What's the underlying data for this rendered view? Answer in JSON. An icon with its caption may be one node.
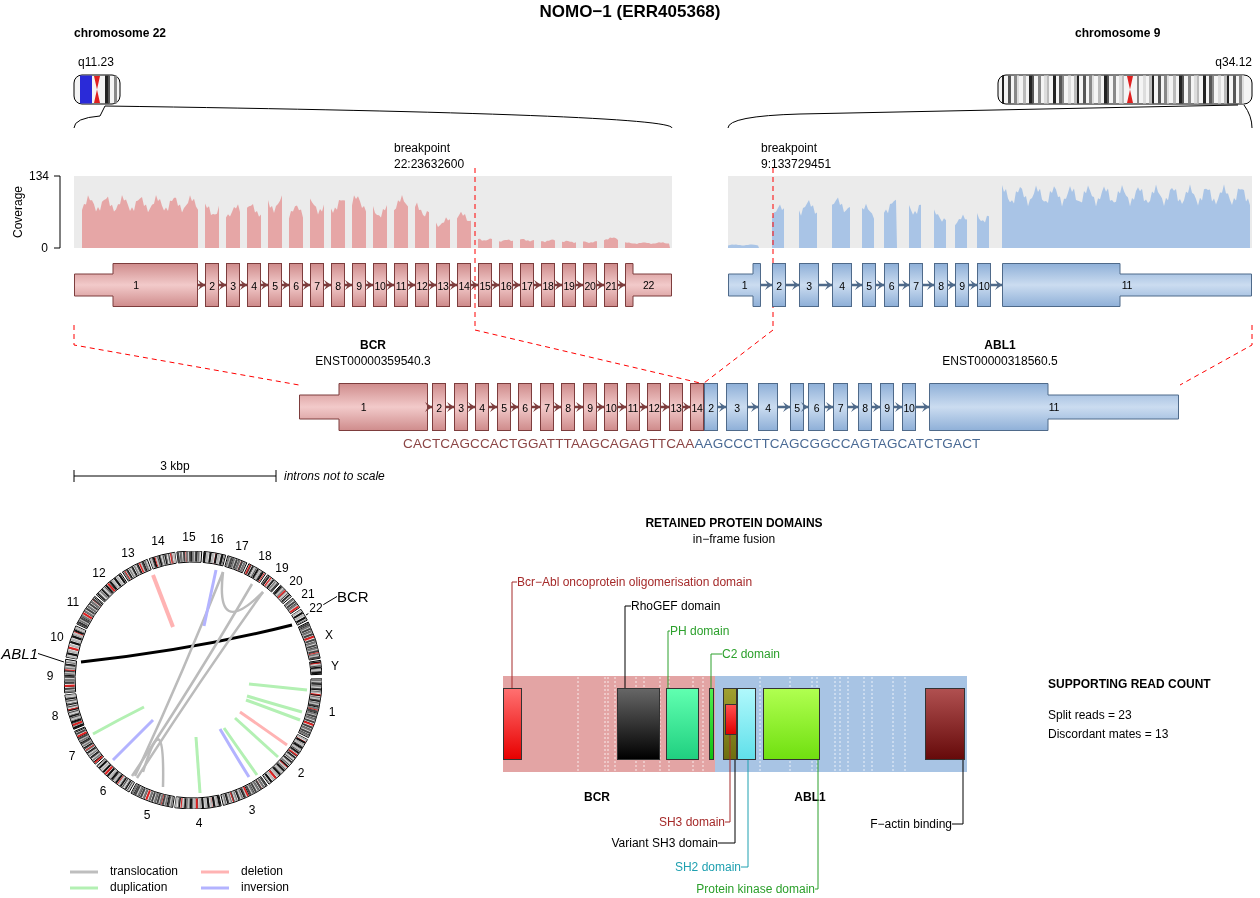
{
  "diagram": {
    "title": "NOMO−1 (ERR405368)",
    "nodes": [
      {
        "text": [
          "1"
        ]
      },
      {
        "text": [
          "2"
        ]
      },
      {
        "text": [
          "3"
        ]
      },
      {
        "text": [
          "4"
        ]
      },
      {
        "text": [
          "5"
        ]
      },
      {
        "text": [
          "6"
        ]
      },
      {
        "text": [
          "7"
        ]
      },
      {
        "text": [
          "8"
        ]
      },
      {
        "text": [
          "9"
        ]
      },
      {
        "text": [
          "10"
        ]
      },
      {
        "text": [
          "11"
        ]
      },
      {
        "text": [
          "12"
        ]
      },
      {
        "text": [
          "13"
        ]
      },
      {
        "text": [
          "14"
        ]
      },
      {
        "text": [
          "15"
        ]
      },
      {
        "text": [
          "16"
        ]
      },
      {
        "text": [
          "17"
        ]
      },
      {
        "text": [
          "18"
        ]
      },
      {
        "text": [
          "19"
        ]
      },
      {
        "text": [
          "20"
        ]
      },
      {
        "text": [
          "21"
        ]
      },
      {
        "text": [
          "22"
        ]
      },
      {
        "text": [
          "1"
        ]
      },
      {
        "text": [
          "2"
        ]
      },
      {
        "text": [
          "3"
        ]
      },
      {
        "text": [
          "4"
        ]
      },
      {
        "text": [
          "5"
        ]
      },
      {
        "text": [
          "6"
        ]
      },
      {
        "text": [
          "7"
        ]
      },
      {
        "text": [
          "8"
        ]
      },
      {
        "text": [
          "9"
        ]
      },
      {
        "text": [
          "10"
        ]
      },
      {
        "text": [
          "11"
        ]
      },
      {
        "text": [
          "1"
        ]
      },
      {
        "text": [
          "2"
        ]
      },
      {
        "text": [
          "3"
        ]
      },
      {
        "text": [
          "4"
        ]
      },
      {
        "text": [
          "5"
        ]
      },
      {
        "text": [
          "6"
        ]
      },
      {
        "text": [
          "7"
        ]
      },
      {
        "text": [
          "8"
        ]
      },
      {
        "text": [
          "9"
        ]
      },
      {
        "text": [
          "10"
        ]
      },
      {
        "text": [
          "11"
        ]
      },
      {
        "text": [
          "12"
        ]
      },
      {
        "text": [
          "13"
        ]
      },
      {
        "text": [
          "14"
        ]
      },
      {
        "text": [
          "2"
        ]
      },
      {
        "text": [
          "3"
        ]
      },
      {
        "text": [
          "4"
        ]
      },
      {
        "text": [
          "5"
        ]
      },
      {
        "text": [
          "6"
        ]
      },
      {
        "text": [
          "7"
        ]
      },
      {
        "text": [
          "8"
        ]
      },
      {
        "text": [
          "9"
        ]
      },
      {
        "text": [
          "10"
        ]
      },
      {
        "text": [
          "11"
        ]
      },
      {
        "text": [
          "Bcr−Abl oncoprotein oligomerisation domain"
        ]
      },
      {
        "text": [
          "RhoGEF domain"
        ]
      },
      {
        "text": [
          "PH domain"
        ]
      },
      {
        "text": [
          "C2 domain"
        ]
      },
      {
        "text": [],
        "shape": "box"
      },
      {
        "text": [],
        "shape": "box"
      },
      {
        "text": [],
        "shape": "box"
      },
      {
        "text": [],
        "shape": "box"
      },
      {
        "text": [],
        "shape": "box"
      },
      {
        "text": [],
        "shape": "box",
        "in": 65
      },
      {
        "text": [],
        "shape": "box"
      },
      {
        "text": [],
        "shape": "box"
      },
      {
        "text": [],
        "shape": "box"
      },
      {
        "text": [
          "SH3 domain"
        ]
      },
      {
        "text": [
          "Variant SH3 domain"
        ]
      },
      {
        "text": [
          "SH2 domain"
        ]
      },
      {
        "text": [
          "Protein kinase domain"
        ]
      },
      {
        "text": [
          "F−actin binding"
        ]
      },
      {
        "text": [
          "BCR"
        ]
      },
      {
        "text": [
          "ABL1"
        ]
      },
      {
        "text": [],
        "shape": "circle"
      }
    ],
    "edges": [
      {
        "from": 0,
        "to": 1,
        "arrow": "to"
      },
      {
        "from": 1,
        "to": 2,
        "arrow": "to"
      },
      {
        "from": 2,
        "to": 3,
        "arrow": "to"
      },
      {
        "from": 3,
        "to": 4,
        "arrow": "to"
      },
      {
        "from": 4,
        "to": 5,
        "arrow": "to"
      },
      {
        "from": 5,
        "to": 6,
        "arrow": "to"
      },
      {
        "from": 6,
        "to": 7,
        "arrow": "to"
      },
      {
        "from": 7,
        "to": 8,
        "arrow": "to"
      },
      {
        "from": 8,
        "to": 9,
        "arrow": "to"
      },
      {
        "from": 9,
        "to": 10,
        "arrow": "to"
      },
      {
        "from": 10,
        "to": 11,
        "arrow": "to"
      },
      {
        "from": 11,
        "to": 12,
        "arrow": "to"
      },
      {
        "from": 12,
        "to": 13,
        "arrow": "to"
      },
      {
        "from": 13,
        "to": 14,
        "arrow": "to"
      },
      {
        "from": 14,
        "to": 15,
        "arrow": "to"
      },
      {
        "from": 15,
        "to": 16,
        "arrow": "to"
      },
      {
        "from": 16,
        "to": 17,
        "arrow": "to"
      },
      {
        "from": 17,
        "to": 18,
        "arrow": "to"
      },
      {
        "from": 18,
        "to": 19,
        "arrow": "to"
      },
      {
        "from": 19,
        "to": 20,
        "arrow": "to"
      },
      {
        "from": 20,
        "to": 21,
        "arrow": "to"
      },
      {
        "from": 22,
        "to": 23,
        "arrow": "to",
        "color": "#4f6a8a"
      },
      {
        "from": 23,
        "to": 24,
        "arrow": "to",
        "color": "#4f6a8a"
      },
      {
        "from": 24,
        "to": 25,
        "arrow": "to",
        "color": "#4f6a8a"
      },
      {
        "from": 25,
        "to": 26,
        "arrow": "to",
        "color": "#4f6a8a"
      },
      {
        "from": 26,
        "to": 27,
        "arrow": "to",
        "color": "#4f6a8a"
      },
      {
        "from": 27,
        "to": 28,
        "arrow": "to",
        "color": "#4f6a8a"
      },
      {
        "from": 28,
        "to": 29,
        "arrow": "to",
        "color": "#4f6a8a"
      },
      {
        "from": 29,
        "to": 30,
        "arrow": "to",
        "color": "#4f6a8a"
      },
      {
        "from": 30,
        "to": 31,
        "arrow": "to",
        "color": "#4f6a8a"
      },
      {
        "from": 31,
        "to": 32,
        "arrow": "to",
        "color": "#4f6a8a"
      },
      {
        "from": 33,
        "to": 34,
        "arrow": "to"
      },
      {
        "from": 34,
        "to": 35,
        "arrow": "to"
      },
      {
        "from": 35,
        "to": 36,
        "arrow": "to"
      },
      {
        "from": 36,
        "to": 37,
        "arrow": "to"
      },
      {
        "from": 37,
        "to": 38,
        "arrow": "to"
      },
      {
        "from": 38,
        "to": 39,
        "arrow": "to"
      },
      {
        "from": 39,
        "to": 40,
        "arrow": "to"
      },
      {
        "from": 40,
        "to": 41,
        "arrow": "to"
      },
      {
        "from": 41,
        "to": 42,
        "arrow": "to"
      },
      {
        "from": 42,
        "to": 43,
        "arrow": "to"
      },
      {
        "from": 43,
        "to": 44,
        "arrow": "to"
      },
      {
        "from": 44,
        "to": 45,
        "arrow": "to"
      },
      {
        "from": 45,
        "to": 46,
        "arrow": "to"
      },
      {
        "from": 47,
        "to": 48,
        "arrow": "to",
        "color": "#4f6a8a"
      },
      {
        "from": 48,
        "to": 49,
        "arrow": "to",
        "color": "#4f6a8a"
      },
      {
        "from": 49,
        "to": 50,
        "arrow": "to",
        "color": "#4f6a8a"
      },
      {
        "from": 50,
        "to": 51,
        "arrow": "to",
        "color": "#4f6a8a"
      },
      {
        "from": 51,
        "to": 52,
        "arrow": "to",
        "color": "#4f6a8a"
      },
      {
        "from": 52,
        "to": 53,
        "arrow": "to",
        "color": "#4f6a8a"
      },
      {
        "from": 53,
        "to": 54,
        "arrow": "to",
        "color": "#4f6a8a"
      },
      {
        "from": 54,
        "to": 55,
        "arrow": "to",
        "color": "#4f6a8a"
      },
      {
        "from": 55,
        "to": 56,
        "arrow": "to",
        "color": "#4f6a8a"
      },
      {
        "from": 57,
        "to": 61,
        "arrow": "none",
        "color": "#a52a2a"
      },
      {
        "from": 58,
        "to": 62,
        "arrow": "none",
        "color": "#000000"
      },
      {
        "from": 59,
        "to": 63,
        "arrow": "none",
        "color": "#2ca02c"
      },
      {
        "from": 60,
        "to": 64,
        "arrow": "none",
        "color": "#2ca02c"
      },
      {
        "from": 70,
        "to": 66,
        "arrow": "none",
        "color": "#a52a2a"
      },
      {
        "from": 71,
        "to": 65,
        "arrow": "none",
        "color": "#000000"
      },
      {
        "from": 72,
        "to": 67,
        "arrow": "none",
        "color": "#1fa0b0"
      },
      {
        "from": 73,
        "to": 68,
        "arrow": "none",
        "color": "#2ca02c"
      },
      {
        "from": 74,
        "to": 69,
        "arrow": "none",
        "color": "#000000"
      },
      {
        "from": 75,
        "to": 77,
        "arrow": "none",
        "color": "#000000"
      },
      {
        "from": 76,
        "to": 77,
        "arrow": "none",
        "color": "#000000"
      }
    ],
    "labels": [
      "chromosome 22",
      "chromosome 9",
      "q11.23",
      "q34.12",
      "breakpoint 22:23632600",
      "breakpoint 9:133729451",
      "134",
      "Coverage",
      "0",
      "BCR",
      "ENST00000359540.3",
      "ABL1",
      "ENST00000318560.5",
      "CACTCAGCCACTGGATTTAAGCAGAGTTCAA",
      "AAGCCCTTCAGCGGCCAGTAGCATCTGACT",
      "3 kbp",
      "introns not to scale",
      "RETAINED PROTEIN DOMAINS",
      "in−frame fusion",
      "1",
      "2",
      "3",
      "4",
      "5",
      "6",
      "7",
      "8",
      "9",
      "10",
      "11",
      "12",
      "13",
      "14",
      "15",
      "16",
      "17",
      "18",
      "19",
      "20",
      "21",
      "22",
      "X",
      "Y",
      "SUPPORTING READ COUNT",
      "Split reads = 23",
      "Discordant mates = 13",
      "BCR",
      "ABL1"
    ],
    "legend": [
      {
        "text": "translocation"
      },
      {
        "text": "deletion"
      },
      {
        "text": "duplication"
      },
      {
        "text": "inversion"
      }
    ]
  }
}
